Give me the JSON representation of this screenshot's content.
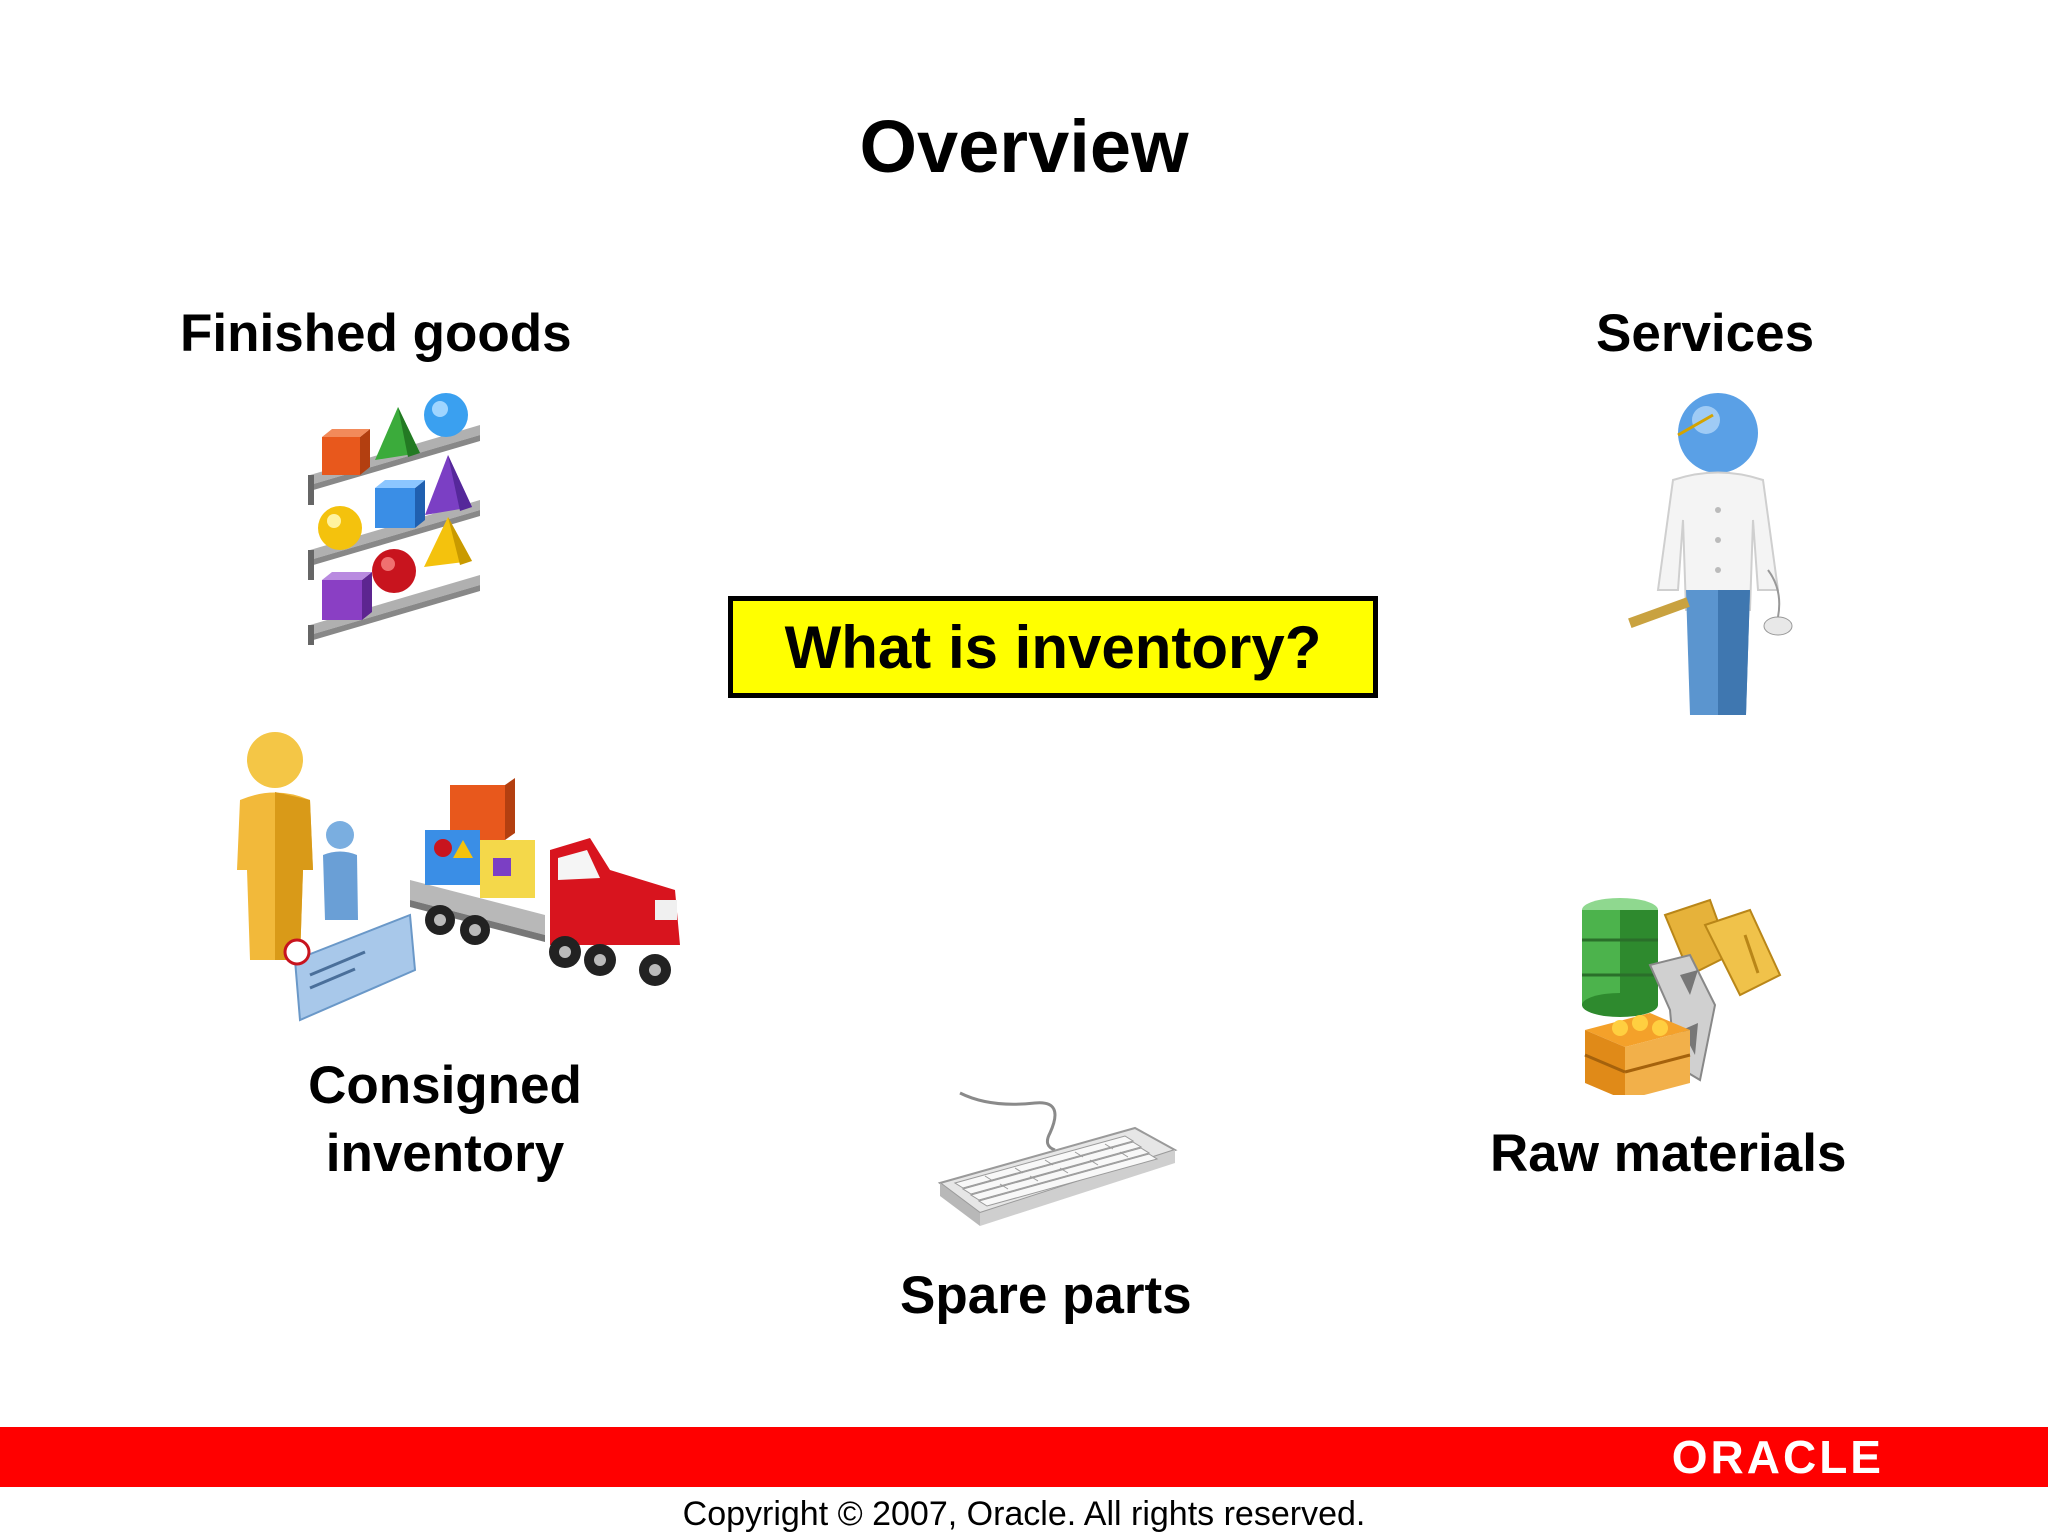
{
  "slide": {
    "title": "Overview",
    "question": "What is inventory?",
    "labels": {
      "finished_goods": "Finished goods",
      "services": "Services",
      "consigned_line1": "Consigned",
      "consigned_line2": "inventory",
      "raw_materials": "Raw materials",
      "spare_parts": "Spare parts"
    },
    "icons": {
      "finished_goods": "shelves-with-shapes-icon",
      "services": "service-worker-icon",
      "consigned": "person-check-truck-icon",
      "raw_materials": "barrel-sacks-crate-icon",
      "spare_parts": "keyboard-icon"
    }
  },
  "footer": {
    "brand": "ORACLE",
    "copyright": "Copyright © 2007, Oracle. All rights reserved."
  },
  "colors": {
    "question_bg": "#ffff00",
    "footer_bar": "#ff0000"
  }
}
